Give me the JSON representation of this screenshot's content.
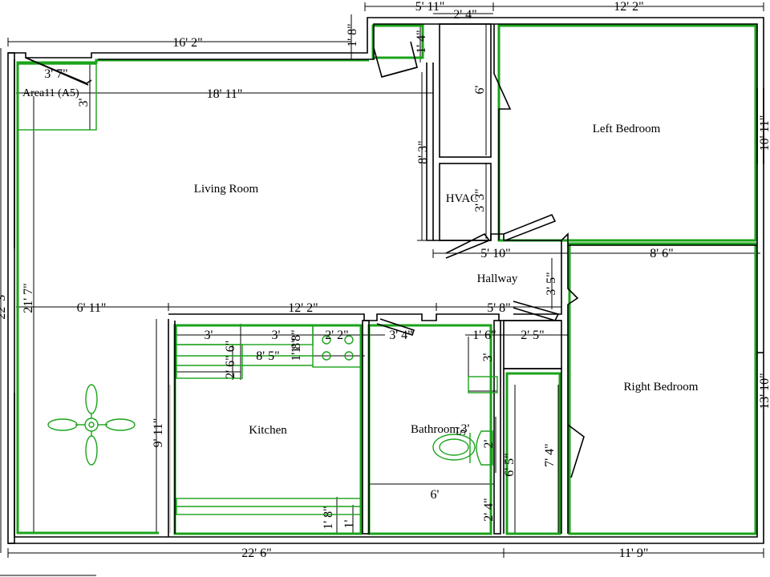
{
  "rooms": {
    "living": "Living Room",
    "left_bedroom": "Left Bedroom",
    "right_bedroom": "Right Bedroom",
    "kitchen": "Kitchen",
    "bathroom": "Bathroom",
    "hallway": "Hallway",
    "hvac": "HVAC",
    "area": "Area11 (A5)"
  },
  "dimensions": {
    "top_hall_width": "5' 11\"",
    "top_right_width": "12' 2\"",
    "closet_width": "2' 4\"",
    "living_top": "16' 2\"",
    "small_1_8": "1' 8\"",
    "small_1_4": "1' 4\"",
    "area_3_7": "3' 7\"",
    "area_3": "3'",
    "living_width": "18' 11\"",
    "closet_6": "6'",
    "left_bed_h": "10' 11\"",
    "living_8_3": "8' 3\"",
    "hvac_3_3": "3' 3\"",
    "hall_5_10": "5' 10\"",
    "hall_8_6": "8' 6\"",
    "hall_3_5": "3' 5\"",
    "overall_left": "22' 3\"",
    "living_21_7": "21' 7\"",
    "living_6_11": "6' 11\"",
    "kitchen_12_2": "12' 2\"",
    "hall_5_8": "5' 8\"",
    "k_3a": "3'",
    "k_3b": "3'",
    "k_1_8": "1' 8\"",
    "k_2_2": "2' 2\"",
    "k_3_4": "3' 4\"",
    "b_1_6": "1' 6\"",
    "b_2_5": "2' 5\"",
    "k_6": "6\"",
    "k_8_5": "8' 5\"",
    "k_1_8b": "1' 8\"",
    "k_2_6": "2' 6\"",
    "b_3": "3'",
    "right_bed_h": "13' 10\"",
    "k_9_11": "9' 11\"",
    "b_5": "5'",
    "b_2": "2'",
    "b_3b": "3'",
    "b_7_4": "7' 4\"",
    "b_6_5": "6' 5\"",
    "b_6": "6'",
    "k_1_8c": "1' 8\"",
    "k_1": "1'",
    "b_2_4": "2' 4\"",
    "bottom_22_6": "22' 6\"",
    "bottom_11_9": "11' 9\""
  },
  "colors": {
    "wall": "#000000",
    "fixture": "#1aa31a"
  }
}
